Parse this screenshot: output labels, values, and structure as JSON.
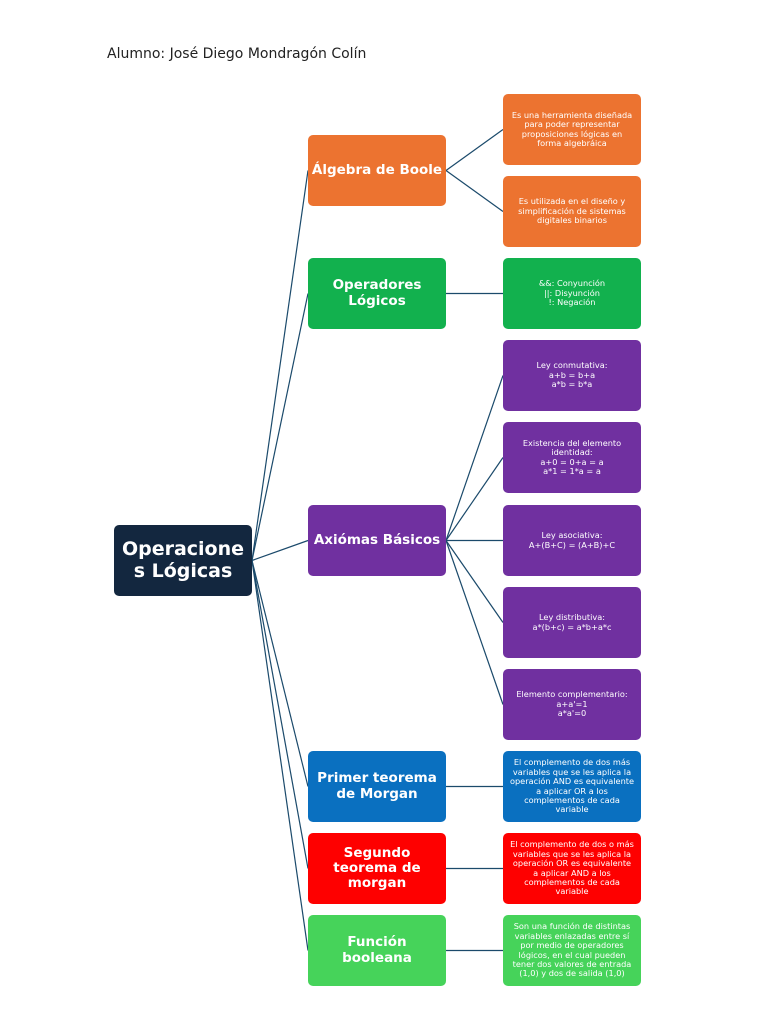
{
  "student": "Alumno: José Diego Mondragón Colín",
  "root": {
    "label": "Operacione\ns Lógicas",
    "color": "#13273f"
  },
  "branches": [
    {
      "label": "Álgebra de Boole",
      "color": "#ec7330",
      "leaves": [
        "Es una herramienta diseñada\npara poder representar\nproposiciones lógicas en\nforma algebráica",
        "Es utilizada en el diseño y\nsimplificación de sistemas\ndigitales binarios"
      ]
    },
    {
      "label": "Operadores\nLógicos",
      "color": "#12b14e",
      "leaves": [
        "&&: Conyunción\n||: Disyunción\n!: Negación"
      ]
    },
    {
      "label": "Axiómas Básicos",
      "color": "#7030a0",
      "leaves": [
        "Ley conmutativa:\na+b = b+a\na*b = b*a",
        "Existencia del elemento\nidentidad:\na+0 = 0+a = a\na*1 = 1*a = a",
        "Ley asociativa:\nA+(B+C) = (A+B)+C",
        "Ley distributiva:\na*(b+c) = a*b+a*c",
        "Elemento complementario:\na+a'=1\na*a'=0"
      ]
    },
    {
      "label": "Primer teorema\nde Morgan",
      "color": "#0a70c0",
      "leaves": [
        "El complemento de dos  más\nvariables que se les aplica la\noperación AND es equivalente\na aplicar OR a los\ncomplementos de cada\nvariable"
      ]
    },
    {
      "label": "Segundo\nteorema de\nmorgan",
      "color": "#fe0000",
      "leaves": [
        "El complemento de dos o más\nvariables que se les aplica la\noperación OR es equivalente\na aplicar AND a los\ncomplementos de cada\nvariable"
      ]
    },
    {
      "label": "Función\nbooleana",
      "color": "#46d35a",
      "leaves": [
        "Son una función de distintas\nvariables enlazadas entre sí\npor medio de operadores\nlógicos, en el cual pueden\ntener dos valores de entrada\n(1,0) y dos de salida (1,0)"
      ]
    }
  ],
  "line_color": "#1b4a6b"
}
